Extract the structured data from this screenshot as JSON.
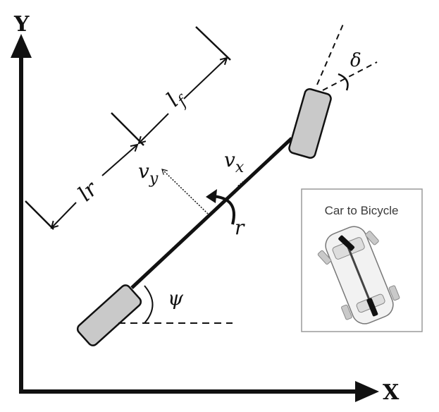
{
  "axes": {
    "x_label": "X",
    "y_label": "Y"
  },
  "labels": {
    "lf_main": "l",
    "lf_sub": "f",
    "lr": "lr",
    "vx_main": "v",
    "vx_sub": "x",
    "vy_main": "v",
    "vy_sub": "y",
    "r": "r",
    "psi": "ψ",
    "delta": "δ"
  },
  "inset": {
    "title": "Car to Bicycle"
  },
  "colors": {
    "line": "#111111",
    "wheel_fill": "#c9c9c9",
    "inset_border": "#9a9a9a",
    "car_body": "#f2f2f2"
  }
}
